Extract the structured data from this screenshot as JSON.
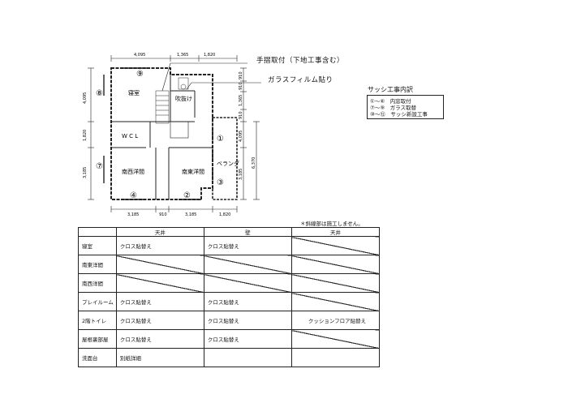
{
  "floor_plan": {
    "top_dims": [
      "4,095",
      "1,365",
      "1,820"
    ],
    "bottom_dims": [
      "3,185",
      "910",
      "3,185",
      "1,820"
    ],
    "left_dims": [
      "4,095",
      "1,820",
      "3,185"
    ],
    "right_dims_inner": [
      "910",
      "910",
      "1,365",
      "910",
      "4,095",
      "3,185"
    ],
    "right_dims_outer": [
      "6,370"
    ],
    "rooms": {
      "bedroom": "寝室",
      "wcl": "W C L",
      "atrium": "吹抜け",
      "sw_room": "南西洋間",
      "se_room": "南東洋間",
      "veranda": "ベランダ"
    },
    "markers": [
      "⑨",
      "⑧",
      "⑦",
      "④",
      "②",
      "③",
      "①"
    ]
  },
  "callouts": {
    "handrail": "手摺取付（下地工事含む）",
    "glass_film": "ガラスフィルム貼り"
  },
  "legend": {
    "title": "サッシ工事内訳",
    "lines": [
      "①～⑥　内窓取付",
      "⑦～⑨　ガラス取替",
      "⑩～⑫　サッシ新設工事"
    ]
  },
  "note": "＊斜線部は施工しません。",
  "table": {
    "headers": [
      "",
      "天井",
      "壁",
      "天井"
    ],
    "rows": [
      {
        "room": "寝室",
        "cells": [
          "クロス貼替え",
          "クロス貼替え",
          ""
        ],
        "slashed": [
          false,
          false,
          true
        ]
      },
      {
        "room": "南東洋間",
        "cells": [
          "",
          "",
          ""
        ],
        "slashed": [
          true,
          true,
          true
        ]
      },
      {
        "room": "南西洋間",
        "cells": [
          "",
          "",
          ""
        ],
        "slashed": [
          true,
          true,
          true
        ]
      },
      {
        "room": "プレイルーム",
        "cells": [
          "クロス貼替え",
          "クロス貼替え",
          ""
        ],
        "slashed": [
          false,
          false,
          true
        ]
      },
      {
        "room": "2階トイレ",
        "cells": [
          "クロス貼替え",
          "クロス貼替え",
          "クッションフロア貼替え"
        ],
        "slashed": [
          false,
          false,
          false
        ]
      },
      {
        "room": "屋根裏部屋",
        "cells": [
          "クロス貼替え",
          "クロス貼替え",
          ""
        ],
        "slashed": [
          false,
          false,
          true
        ]
      },
      {
        "room": "洗面台",
        "cells": [
          "別紙詳細",
          "",
          ""
        ],
        "slashed": [
          false,
          false,
          false
        ]
      }
    ]
  }
}
